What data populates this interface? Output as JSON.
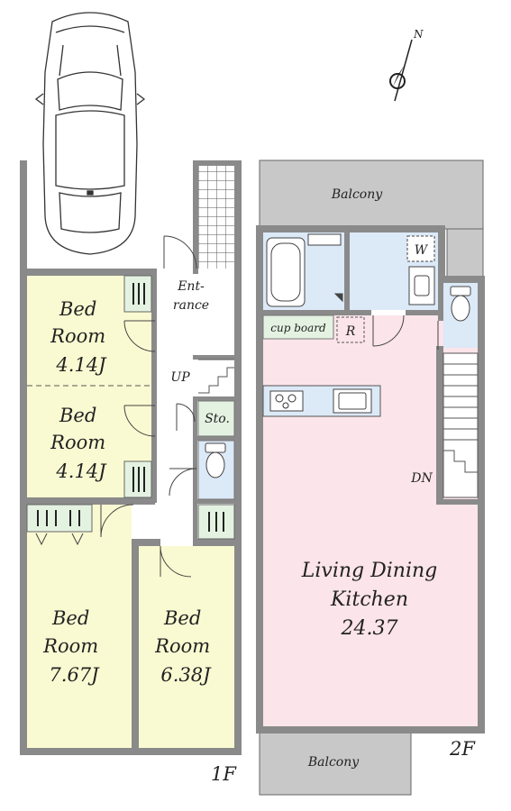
{
  "floor1": {
    "label": "1F",
    "rooms": [
      {
        "name": "Bed\nRoom",
        "size": "4.14J"
      },
      {
        "name": "Bed\nRoom",
        "size": "4.14J"
      },
      {
        "name": "Bed\nRoom",
        "size": "7.67J"
      },
      {
        "name": "Bed\nRoom",
        "size": "6.38J"
      }
    ],
    "entrance_line1": "Ent-",
    "entrance_line2": "rance",
    "storage": "Sto.",
    "stairs_up": "UP"
  },
  "floor2": {
    "label": "2F",
    "balcony_top": "Balcony",
    "balcony_bottom": "Balcony",
    "ldk_line1": "Living Dining",
    "ldk_line2": "Kitchen",
    "ldk_size": "24.37",
    "cupboard": "cup board",
    "fridge": "R",
    "washer": "W",
    "stairs_down": "DN"
  },
  "compass": "N",
  "colors": {
    "bedroom_fill": "#fafad2",
    "ldk_fill": "#fbe4ea",
    "wet_fill": "#dce9f7",
    "storage_fill": "#e4f3e1",
    "balcony_fill": "#c8c8c8",
    "wall": "#8a8a8a"
  }
}
